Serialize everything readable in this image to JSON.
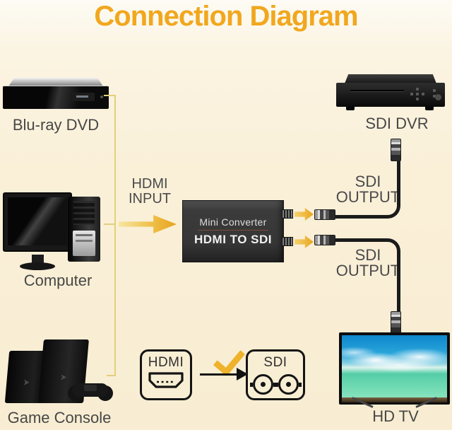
{
  "title": "Connection Diagram",
  "colors": {
    "title_accent": "#F1A71E",
    "background_cream": "#FAF0D8",
    "arrow_yellow": "#E8A21D",
    "wire_yellow": "#E2CF7C",
    "cable_black": "#1B1B1B",
    "label_gray": "#4A4A4A",
    "check_yellow": "#EEB22B",
    "tv_sky_blue": "#2AA6DA",
    "tv_sea_green": "#54CDA6"
  },
  "sources": {
    "bluray_label": "Blu-ray DVD",
    "computer_label": "Computer",
    "console_label": "Game Console"
  },
  "outputs": {
    "dvr_label": "SDI DVR",
    "tv_label": "HD TV"
  },
  "converter": {
    "name": "Mini Converter",
    "model": "HDMI TO SDI"
  },
  "hdmi_input": {
    "line1": "HDMI",
    "line2": "INPUT"
  },
  "sdi_output_top": {
    "line1": "SDI",
    "line2": "OUTPUT"
  },
  "sdi_output_bottom": {
    "line1": "SDI",
    "line2": "OUTPUT"
  },
  "legend": {
    "hdmi": "HDMI",
    "sdi": "SDI"
  }
}
